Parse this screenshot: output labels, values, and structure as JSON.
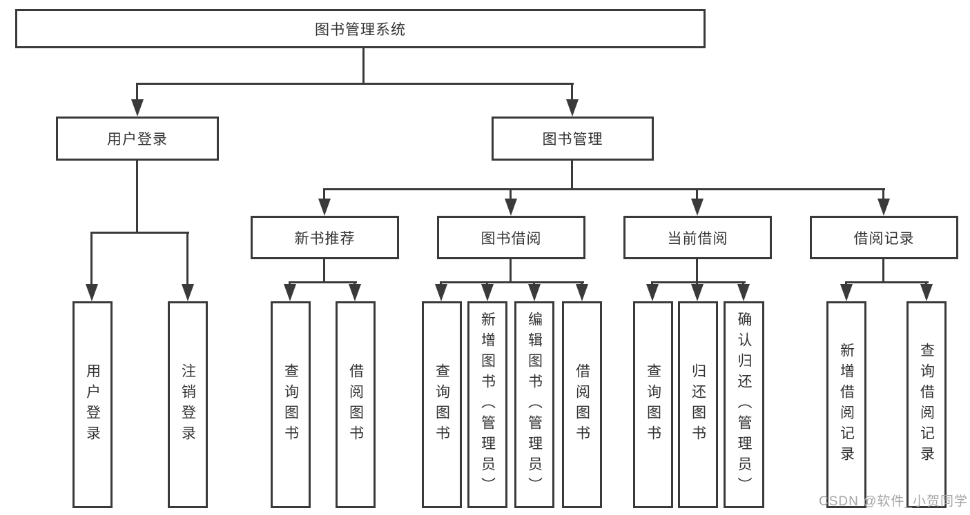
{
  "diagram": {
    "root": {
      "label": "图书管理系统"
    },
    "level2": {
      "user_login": {
        "label": "用户登录"
      },
      "book_mgmt": {
        "label": "图书管理"
      }
    },
    "level3": {
      "new_books": {
        "label": "新书推荐"
      },
      "book_borrow": {
        "label": "图书借阅"
      },
      "current_borrow": {
        "label": "当前借阅"
      },
      "borrow_records": {
        "label": "借阅记录"
      }
    },
    "leaves": {
      "user_login": {
        "label": "用户登录"
      },
      "logout": {
        "label": "注销登录"
      },
      "nb_query": {
        "label": "查询图书"
      },
      "nb_borrow": {
        "label": "借阅图书"
      },
      "bb_query": {
        "label": "查询图书"
      },
      "bb_add": {
        "label": "新增图书（管理员）"
      },
      "bb_edit": {
        "label": "编辑图书（管理员）"
      },
      "bb_borrow": {
        "label": "借阅图书"
      },
      "cb_query": {
        "label": "查询图书"
      },
      "cb_return": {
        "label": "归还图书"
      },
      "cb_confirm": {
        "label": "确认归还（管理员）"
      },
      "br_add": {
        "label": "新增借阅记录"
      },
      "br_query": {
        "label": "查询借阅记录"
      }
    },
    "colors": {
      "line": "#3a3a3a",
      "text": "#333333",
      "background": "#ffffff",
      "watermark": "#a6a6a6"
    }
  },
  "watermark": {
    "text": "CSDN @软件_小贺同学"
  }
}
